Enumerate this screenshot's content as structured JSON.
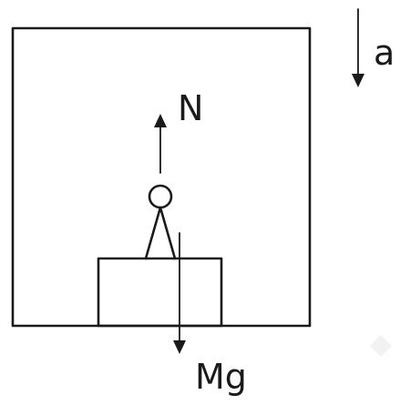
{
  "labels": {
    "acceleration": "a",
    "normal_force": "N",
    "weight": "Mg"
  },
  "colors": {
    "ink": "#1a1a1a",
    "background": "#ffffff",
    "watermark": "#f2f2f2"
  }
}
